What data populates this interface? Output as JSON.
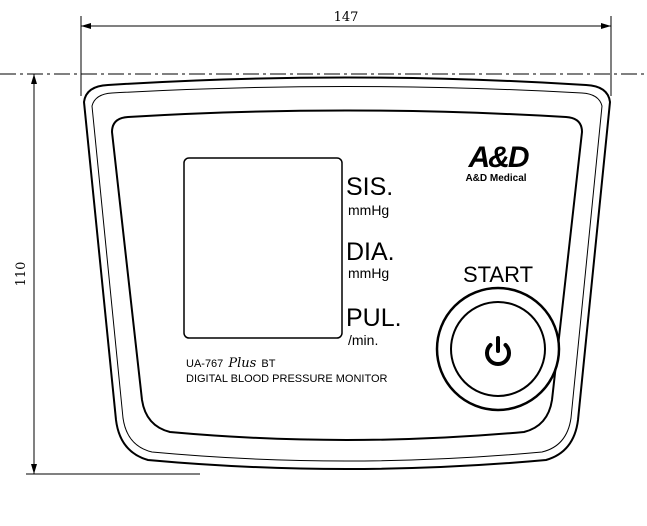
{
  "dimensions": {
    "width_label": "147",
    "height_label": "110"
  },
  "display": {
    "systolic_label": "SIS.",
    "systolic_unit": "mmHg",
    "diastolic_label": "DIA.",
    "diastolic_unit": "mmHg",
    "pulse_label": "PUL.",
    "pulse_unit": "/min."
  },
  "brand": {
    "logo": "A&D",
    "name": "A&D Medical"
  },
  "model": {
    "prefix": "UA-767",
    "script": "Plus",
    "suffix": "BT",
    "description": "DIGITAL BLOOD PRESSURE MONITOR"
  },
  "controls": {
    "start_label": "START",
    "power_icon": "power-icon"
  },
  "colors": {
    "line": "#000000",
    "background": "#ffffff"
  }
}
